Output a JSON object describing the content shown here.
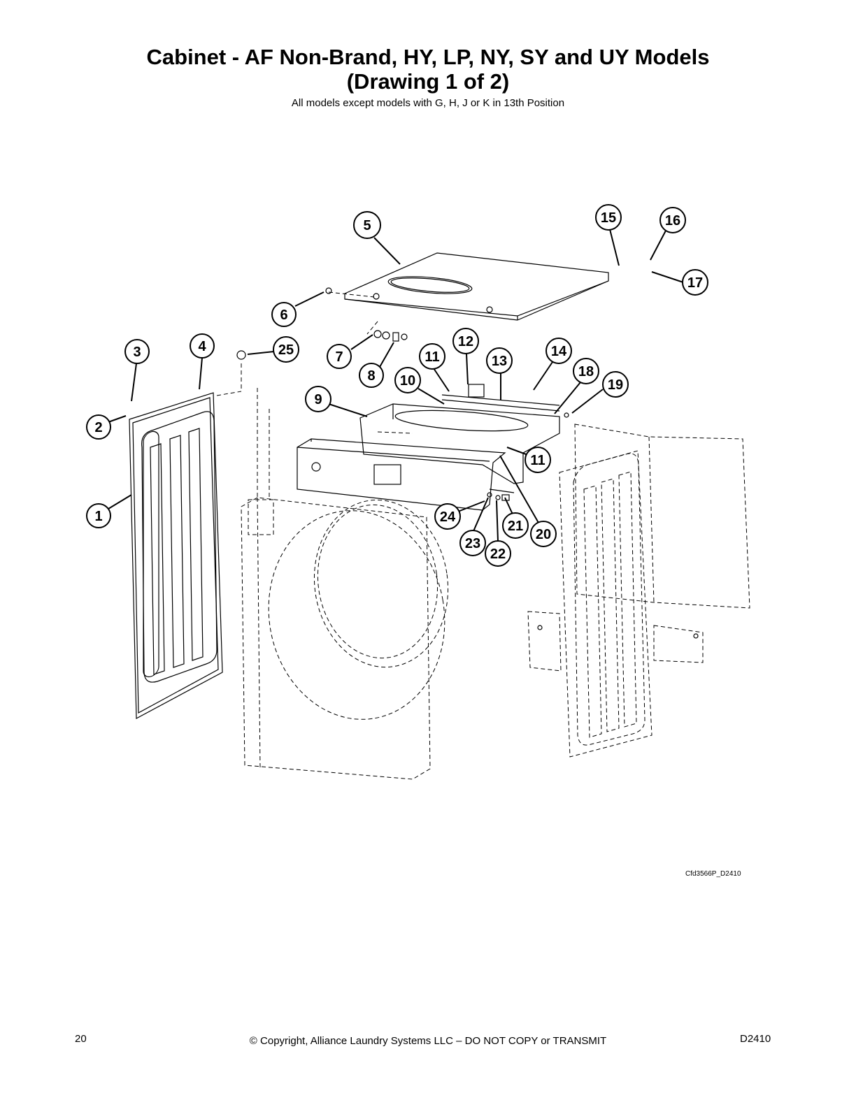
{
  "header": {
    "title_line1": "Cabinet - AF Non-Brand, HY, LP, NY, SY and UY Models",
    "title_line2": "(Drawing 1 of 2)",
    "subtitle": "All models except models with G, H, J or K in 13th Position"
  },
  "diagram": {
    "callouts": [
      "1",
      "2",
      "3",
      "4",
      "5",
      "6",
      "7",
      "8",
      "9",
      "10",
      "11",
      "12",
      "13",
      "14",
      "15",
      "16",
      "17",
      "18",
      "19",
      "20",
      "21",
      "22",
      "23",
      "24",
      "25",
      "11"
    ],
    "drawing_code": "Cfd3566P_D2410"
  },
  "footer": {
    "page_number": "20",
    "copyright": "© Copyright, Alliance Laundry Systems LLC – DO NOT COPY or TRANSMIT",
    "doc_code": "D2410"
  }
}
